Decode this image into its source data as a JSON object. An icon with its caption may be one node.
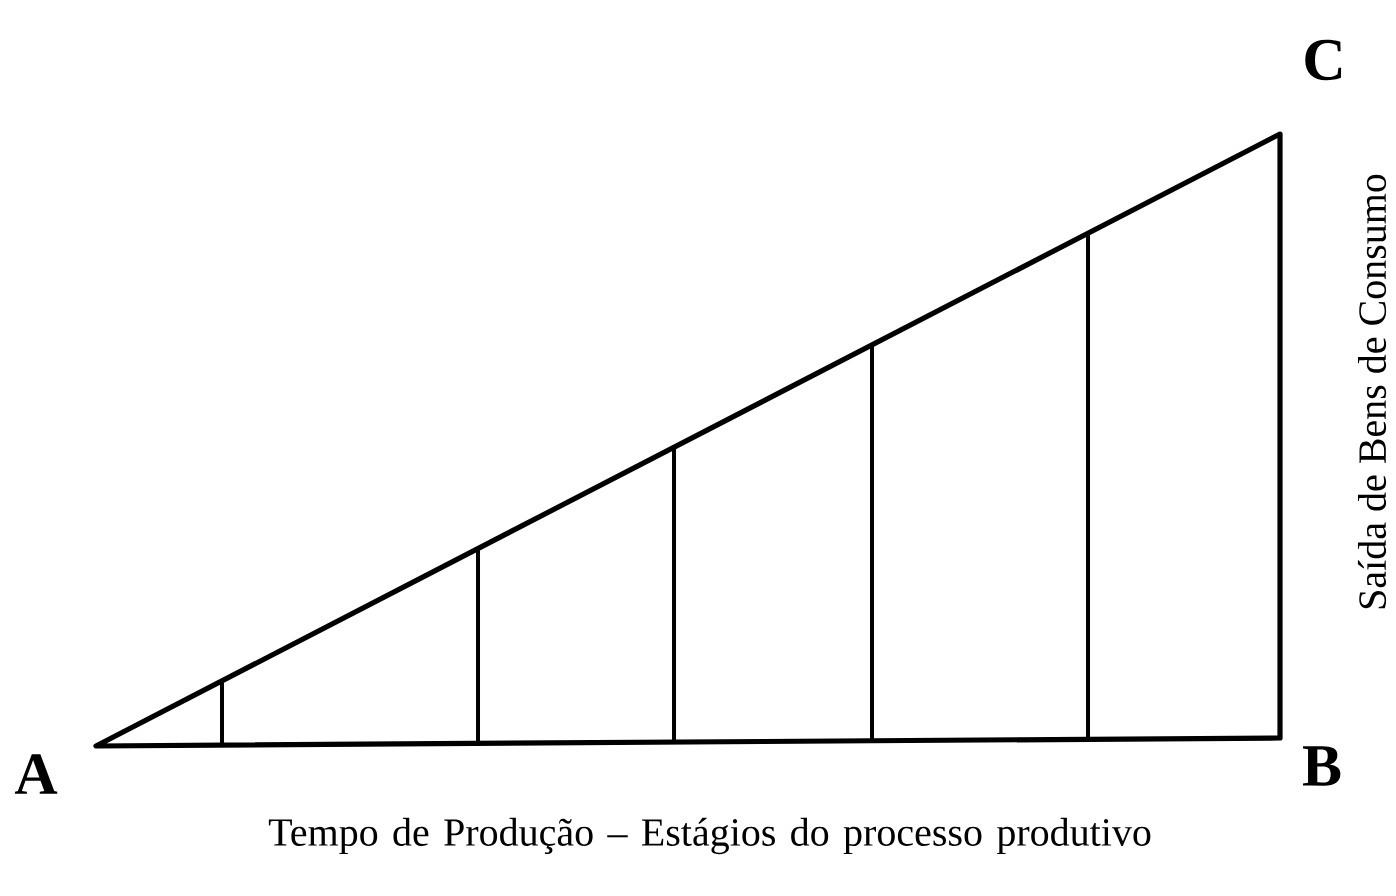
{
  "diagram": {
    "labels": [
      "C",
      "Saída de Bens de Consumo",
      "A",
      "B",
      "Tempo de Produção – Estágios do processo produtivo"
    ]
  }
}
